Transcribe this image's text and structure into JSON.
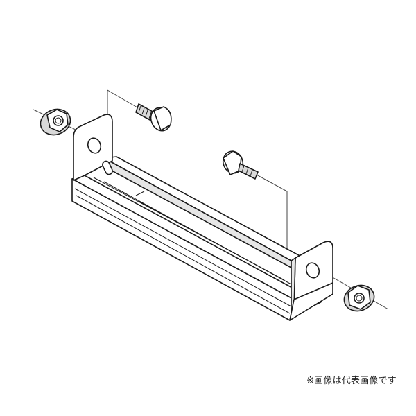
{
  "caption": {
    "note": "※画像は代表画像です"
  },
  "colors": {
    "outline": "#1a1a1a",
    "surface": "#ffffff",
    "shade": "#e6e6e6",
    "hardware": "#d9d9d9"
  },
  "parts": {
    "bracket": "bracket-channel",
    "nuts": [
      "flange-nut-left",
      "flange-nut-right"
    ],
    "bolts": [
      "carriage-bolt-left",
      "carriage-bolt-right"
    ]
  }
}
